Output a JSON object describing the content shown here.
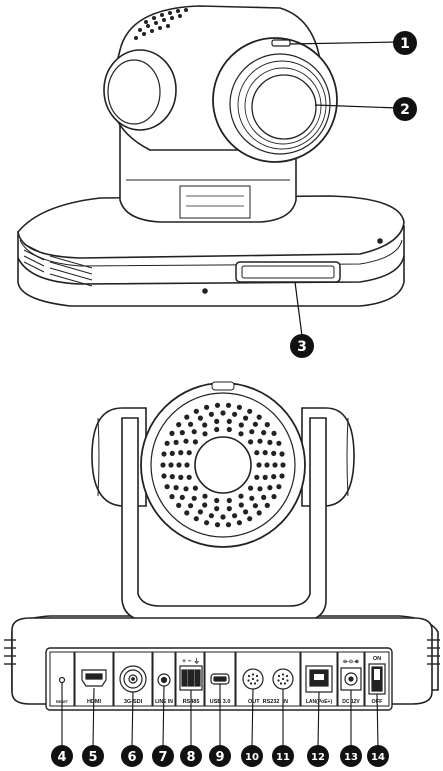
{
  "callouts": [
    {
      "n": "1"
    },
    {
      "n": "2"
    },
    {
      "n": "3"
    },
    {
      "n": "4"
    },
    {
      "n": "5"
    },
    {
      "n": "6"
    },
    {
      "n": "7"
    },
    {
      "n": "8"
    },
    {
      "n": "9"
    },
    {
      "n": "10"
    },
    {
      "n": "11"
    },
    {
      "n": "12"
    },
    {
      "n": "13"
    },
    {
      "n": "14"
    }
  ],
  "ports": {
    "reset": "RESET",
    "hdmi": "HDMI",
    "sdi": "3G-SDI",
    "line_in": "LINE IN",
    "rs485": "RS485",
    "rs485_polarity": "+ − ⏚",
    "usb": "USB 3.0",
    "rs232": "OUT  RS232  IN",
    "lan": "LAN(PoE+)",
    "dc": "DC 12V",
    "dc_symbol": "⊖-⊙-⊕",
    "switch_on": "ON",
    "switch_off": "OFF"
  }
}
